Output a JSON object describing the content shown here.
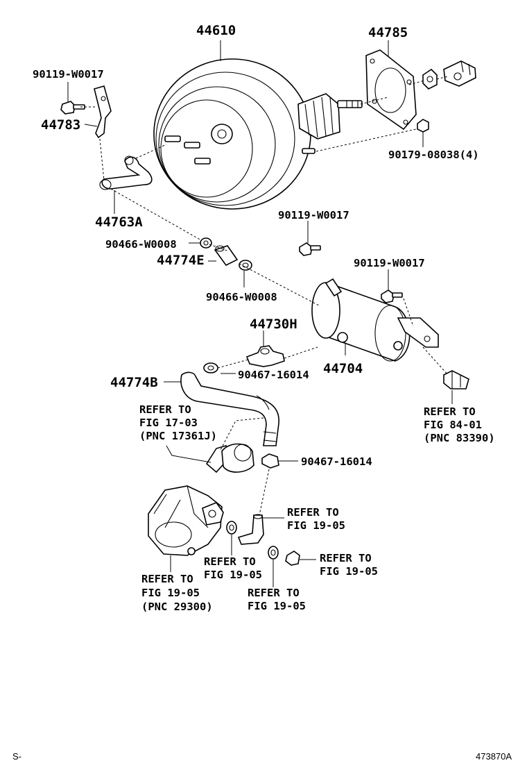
{
  "labels": {
    "p44610": "44610",
    "p44785": "44785",
    "p90119_a": "90119-W0017",
    "p44783": "44783",
    "p90179": "90179-08038(4)",
    "p44763A": "44763A",
    "p90119_b": "90119-W0017",
    "p90466_a": "90466-W0008",
    "p44774E": "44774E",
    "p90119_c": "90119-W0017",
    "p90466_b": "90466-W0008",
    "p44730H": "44730H",
    "p44704": "44704",
    "p44774B": "44774B",
    "p90467_a": "90467-16014",
    "p90467_b": "90467-16014"
  },
  "refs": {
    "fig1703": [
      "REFER TO",
      "FIG 17-03",
      "(PNC 17361J)"
    ],
    "fig8401": [
      "REFER TO",
      "FIG 84-01",
      "(PNC 83390)"
    ],
    "fig1905_fitting": [
      "REFER TO",
      "FIG 19-05"
    ],
    "fig1905_washer": [
      "REFER TO",
      "FIG 19-05"
    ],
    "fig1905_cap": [
      "REFER TO",
      "FIG 19-05"
    ],
    "fig1905_pump": [
      "REFER TO",
      "FIG 19-05",
      "(PNC 29300)"
    ],
    "fig1905_lower": [
      "REFER TO",
      "FIG 19-05"
    ]
  },
  "footer": {
    "left": "S-",
    "right": "473870A"
  }
}
